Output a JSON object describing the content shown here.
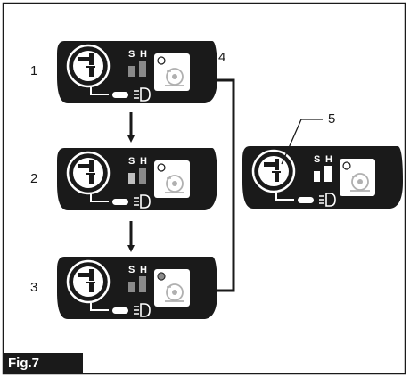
{
  "figure": {
    "label": "Fig.7",
    "steps": [
      {
        "number": "1",
        "s_label": "S",
        "h_label": "H"
      },
      {
        "number": "2",
        "s_label": "S",
        "h_label": "H"
      },
      {
        "number": "3",
        "s_label": "S",
        "h_label": "H"
      }
    ],
    "cycle_step": "4",
    "detail": {
      "s_label": "S",
      "h_label": "H",
      "callout": "5"
    }
  }
}
